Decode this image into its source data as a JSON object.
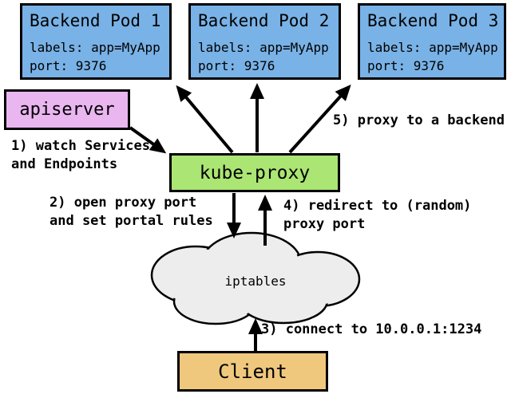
{
  "pods": [
    {
      "title": "Backend Pod 1",
      "labels": "labels: app=MyApp",
      "port": "port: 9376"
    },
    {
      "title": "Backend Pod 2",
      "labels": "labels: app=MyApp",
      "port": "port: 9376"
    },
    {
      "title": "Backend Pod 3",
      "labels": "labels: app=MyApp",
      "port": "port: 9376"
    }
  ],
  "apiserver_label": "apiserver",
  "kube_proxy_label": "kube-proxy",
  "iptables_label": "iptables",
  "client_label": "Client",
  "steps": [
    {
      "text": "1) watch Services\nand Endpoints"
    },
    {
      "text": "2) open proxy port\nand set portal rules"
    },
    {
      "text": "3) connect to 10.0.0.1:1234"
    },
    {
      "text": "4) redirect to (random)\nproxy port"
    },
    {
      "text": "5) proxy to a backend"
    }
  ],
  "colors": {
    "pod_fill": "#79b2e6",
    "apiserver_fill": "#e9b6f0",
    "kube_proxy_fill": "#abe573",
    "client_fill": "#efc87e",
    "cloud_fill": "#ededed",
    "line": "#000000"
  }
}
